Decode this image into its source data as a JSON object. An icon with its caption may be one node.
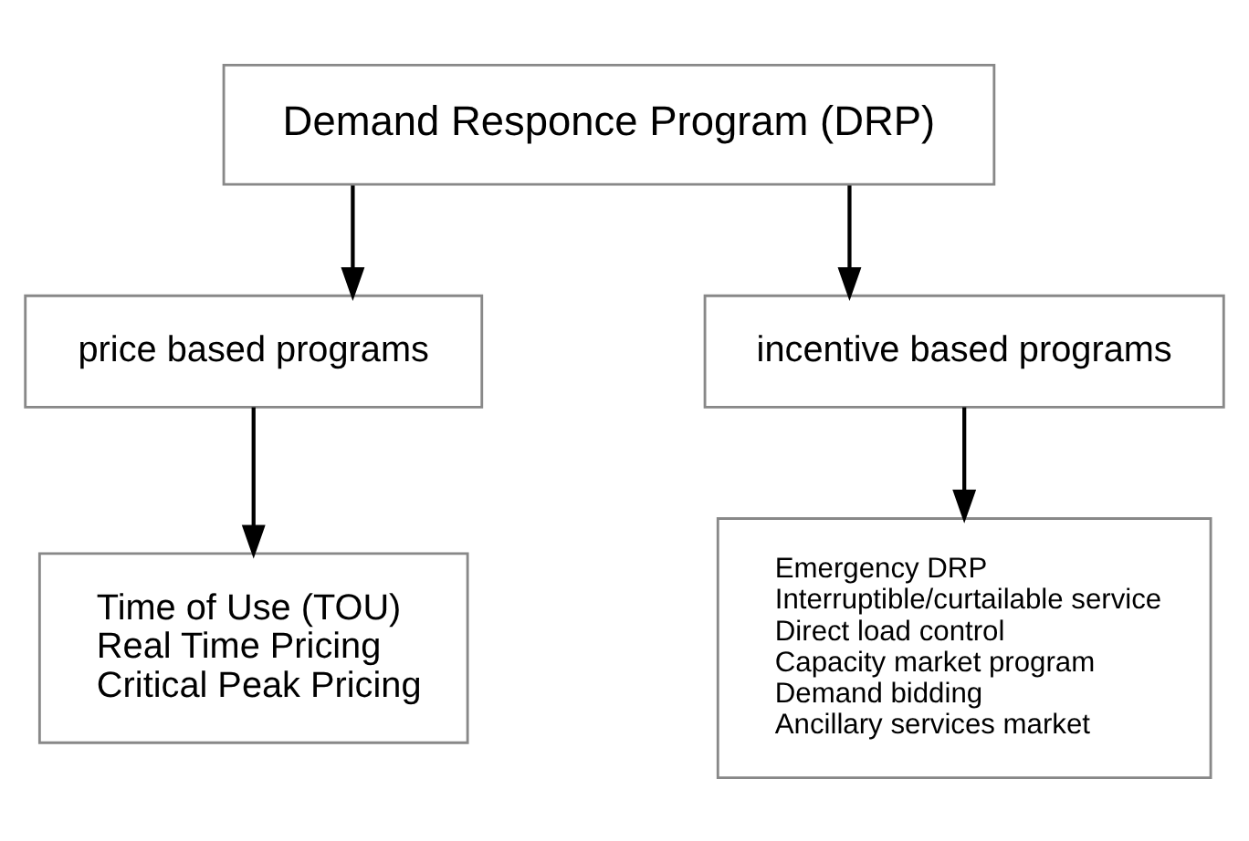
{
  "diagram": {
    "nodes": [
      {
        "text": [
          "Demand Responce Program (DRP)"
        ]
      },
      {
        "text": [
          "price based programs"
        ]
      },
      {
        "text": [
          "incentive based programs"
        ]
      },
      {
        "text": [
          "Time of Use (TOU)",
          "Real Time Pricing",
          "Critical Peak Pricing"
        ]
      },
      {
        "text": [
          "Emergency DRP",
          "Interruptible/curtailable service",
          "Direct load control",
          "Capacity market program",
          "Demand bidding",
          "Ancillary services market"
        ]
      }
    ],
    "edges": [
      {
        "from": 0,
        "to": 1,
        "arrow": "to"
      },
      {
        "from": 0,
        "to": 2,
        "arrow": "to"
      },
      {
        "from": 1,
        "to": 3,
        "arrow": "to"
      },
      {
        "from": 2,
        "to": 4,
        "arrow": "to"
      }
    ]
  }
}
